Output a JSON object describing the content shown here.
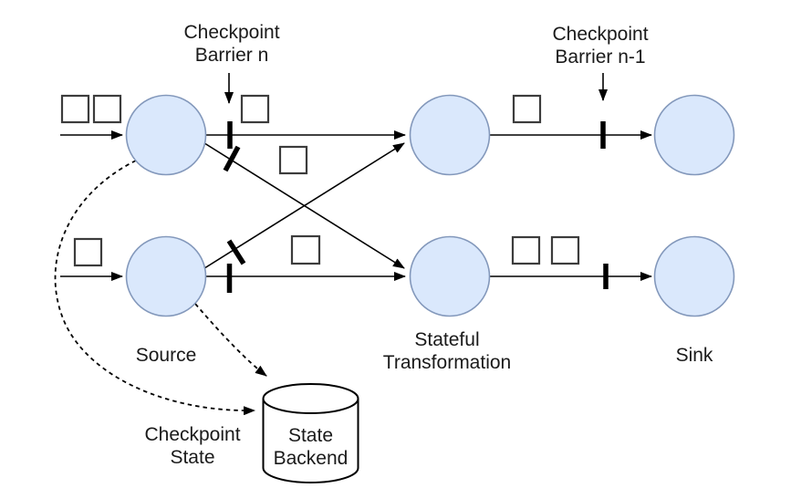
{
  "diagram": {
    "type": "flow-diagram",
    "topic": "Stream checkpoint barrier dataflow",
    "colors": {
      "background": "#ffffff",
      "node_fill": "#dae8fc",
      "node_stroke": "#8398bb",
      "edge": "#000000",
      "record_stroke": "#3c3c3c",
      "text": "#1a1a1a"
    },
    "annotations": {
      "barrier_n": {
        "line1": "Checkpoint",
        "line2": "Barrier n"
      },
      "barrier_n_minus_1": {
        "line1": "Checkpoint",
        "line2": "Barrier n-1"
      },
      "checkpoint_state": {
        "line1": "Checkpoint",
        "line2": "State"
      }
    },
    "nodes": {
      "source": {
        "label": "Source"
      },
      "stateful_transformation": {
        "line1": "Stateful",
        "line2": "Transformation"
      },
      "sink": {
        "label": "Sink"
      },
      "state_backend": {
        "line1": "State",
        "line2": "Backend"
      }
    }
  }
}
